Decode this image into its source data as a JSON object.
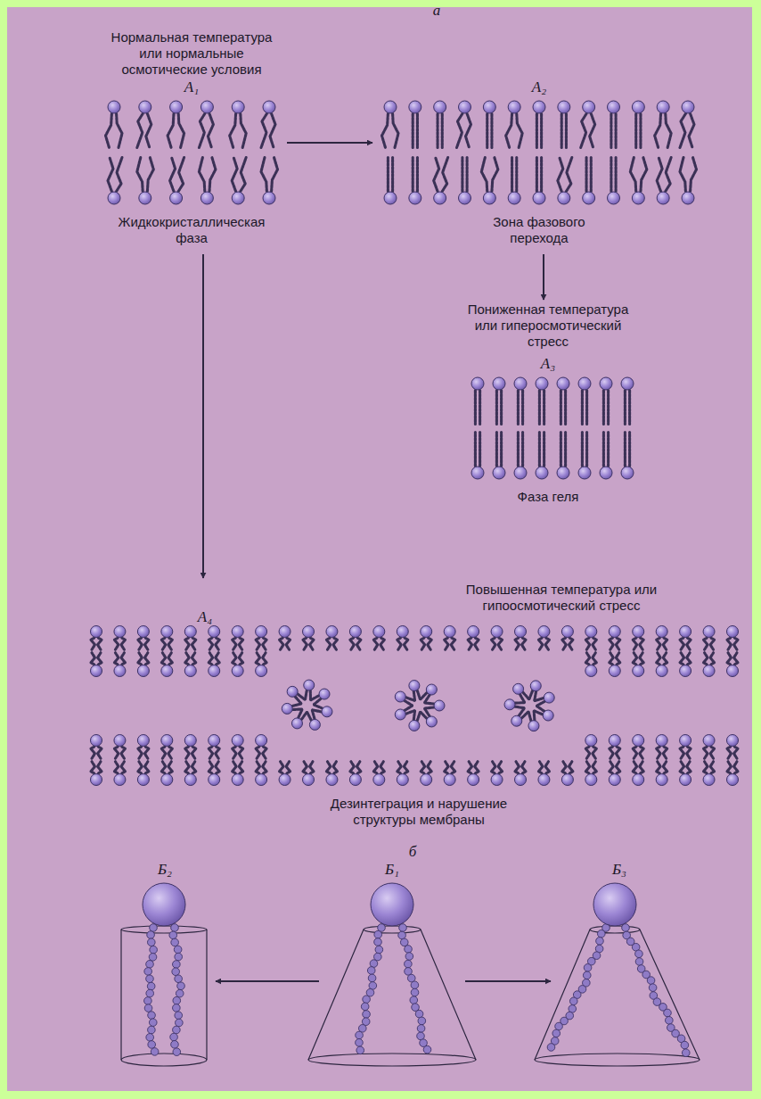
{
  "diagram": {
    "nodes": [
      {
        "text": [
          "Нормальная температура или нормальные осмотические условия",
          "А₁",
          "Жидкокристаллическая фаза"
        ]
      },
      {
        "text": [
          "А₂",
          "Зона фазового перехода"
        ]
      },
      {
        "text": [
          "Пониженная температура или гиперосмотический стресс",
          "А₃",
          "Фаза геля"
        ]
      },
      {
        "text": [
          "А₄",
          "Повышенная температура или гипоосмотический стресс",
          "Дезинтеграция и нарушение структуры мембраны"
        ]
      },
      {
        "text": [
          "Б₂"
        ]
      },
      {
        "text": [
          "Б₁"
        ]
      },
      {
        "text": [
          "Б₃"
        ]
      }
    ],
    "edges": [
      {
        "from": 0,
        "to": 1,
        "arrow": "to"
      },
      {
        "from": 1,
        "to": 2,
        "arrow": "to"
      },
      {
        "from": 0,
        "to": 3,
        "arrow": "to"
      },
      {
        "from": 5,
        "to": 4,
        "arrow": "to"
      },
      {
        "from": 5,
        "to": 6,
        "arrow": "to"
      }
    ],
    "labels": [
      "а",
      "б"
    ]
  }
}
